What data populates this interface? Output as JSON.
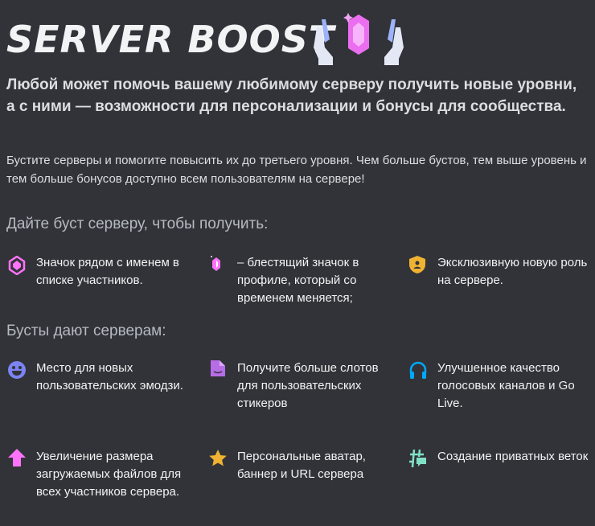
{
  "title": "SERVER BOOST",
  "lead": "Любой может помочь вашему любимому серверу получить новые уровни, а с ними — возможности для персонализации и бонусы для сообщества.",
  "description": "Бустите серверы и помогите повысить их до третьего уровня. Чем больше бустов, тем выше уровень и тем больше бонусов доступно всем пользователям на сервере!",
  "section1": {
    "heading": "Дайте буст серверу, чтобы получить:",
    "items": [
      {
        "icon": "boost-badge-icon",
        "text": "Значок рядом с именем в списке участников."
      },
      {
        "icon": "shiny-gem-icon",
        "text": "– блестящий значок в профиле, который со временем меняется;"
      },
      {
        "icon": "role-shield-icon",
        "text": "Эксклюзивную новую роль на сервере."
      }
    ]
  },
  "section2": {
    "heading": "Бусты дают серверам:",
    "items": [
      {
        "icon": "emoji-icon",
        "text": "Место для новых пользовательских эмодзи."
      },
      {
        "icon": "sticker-icon",
        "text": "Получите больше слотов для пользовательских стикеров"
      },
      {
        "icon": "headphones-icon",
        "text": "Улучшенное качество голосовых каналов и Go Live."
      },
      {
        "icon": "upload-arrow-icon",
        "text": "Увеличение размера загружаемых файлов для всех участников сервера."
      },
      {
        "icon": "star-icon",
        "text": "Персональные аватар, баннер и URL сервера"
      },
      {
        "icon": "thread-icon",
        "text": "Создание приватных веток"
      }
    ]
  },
  "colors": {
    "background": "#313338",
    "pink": "#ff73fa",
    "gold": "#f0b232",
    "blurple": "#5865f2",
    "blue": "#00a8fc",
    "teal": "#80e0c6"
  }
}
